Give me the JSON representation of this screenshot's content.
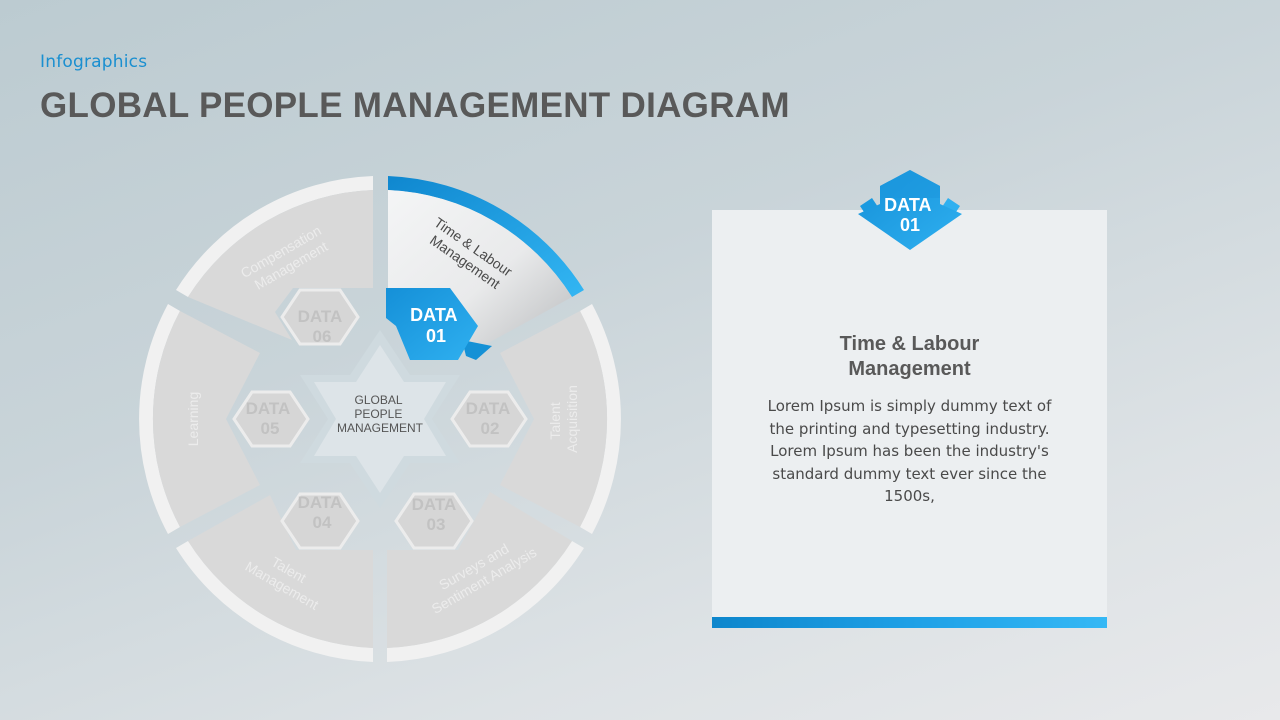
{
  "header": {
    "subtitle": "Infographics",
    "title": "GLOBAL PEOPLE MANAGEMENT DIAGRAM"
  },
  "wheel": {
    "center_label": [
      "GLOBAL",
      "PEOPLE",
      "MANAGEMENT"
    ],
    "active_index": 0,
    "segments": [
      {
        "badge_line1": "DATA",
        "badge_line2": "01",
        "label_lines": [
          "Time & Labour",
          "Management"
        ],
        "active": true
      },
      {
        "badge_line1": "DATA",
        "badge_line2": "02",
        "label_lines": [
          "Talent",
          "Acquisition"
        ],
        "active": false
      },
      {
        "badge_line1": "DATA",
        "badge_line2": "03",
        "label_lines": [
          "Surveys  and",
          "Sentiment Analysis"
        ],
        "active": false
      },
      {
        "badge_line1": "DATA",
        "badge_line2": "04",
        "label_lines": [
          "Talent",
          "Management"
        ],
        "active": false
      },
      {
        "badge_line1": "DATA",
        "badge_line2": "05",
        "label_lines": [
          "Learning"
        ],
        "active": false
      },
      {
        "badge_line1": "DATA",
        "badge_line2": "06",
        "label_lines": [
          "Compensation",
          "Management"
        ],
        "active": false
      }
    ]
  },
  "detail_panel": {
    "badge_line1": "DATA",
    "badge_line2": "01",
    "heading_line1": "Time & Labour",
    "heading_line2": "Management",
    "body": "Lorem Ipsum is simply dummy text of the printing and typesetting industry. Lorem Ipsum has been the industry's standard dummy text ever since the 1500s,"
  },
  "colors": {
    "accent_blue": "#1a9ae0",
    "accent_blue_light": "#35b8f5",
    "title_gray": "#595959",
    "segment_gray": "#d8d8d8",
    "segment_band": "#f0f0f0",
    "inactive_text": "#c4c4c4",
    "background_top": "#bccbd1",
    "background_bottom": "#e8e9eb",
    "panel_bg": "#eceff1"
  }
}
